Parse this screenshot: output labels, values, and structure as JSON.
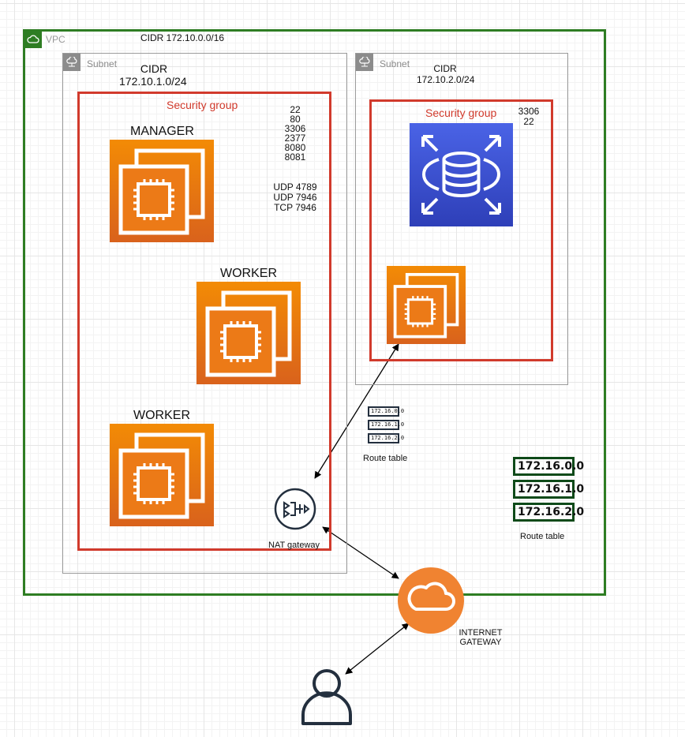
{
  "vpc": {
    "label": "VPC",
    "cidr": "CIDR 172.10.0.0/16"
  },
  "subnet_a": {
    "label": "Subnet",
    "cidr_title": "CIDR",
    "cidr": "172.10.1.0/24",
    "security_group": {
      "label": "Security group",
      "ports": [
        "22",
        "80",
        "3306",
        "2377",
        "8080",
        "8081"
      ],
      "overlay_ports": [
        "UDP 4789",
        "UDP 7946",
        "TCP 7946"
      ]
    },
    "nodes": [
      "MANAGER",
      "WORKER",
      "WORKER"
    ],
    "nat_gateway_label": "NAT gateway"
  },
  "subnet_b": {
    "label": "Subnet",
    "cidr_title": "CIDR",
    "cidr": "172.10.2.0/24",
    "security_group": {
      "label": "Security group",
      "ports": [
        "3306",
        "22"
      ]
    }
  },
  "route_table_small": {
    "entries": [
      "172.16.0.0",
      "172.16.1.0",
      "172.16.2.0"
    ],
    "label": "Route table"
  },
  "route_table_big": {
    "entries": [
      "172.16.0.0",
      "172.16.1.0",
      "172.16.2.0"
    ],
    "label": "Route table"
  },
  "internet_gateway": {
    "line1": "INTERNET",
    "line2": "GATEWAY"
  },
  "colors": {
    "vpc_border": "#2e7d23",
    "security_group_border": "#d13a2c",
    "ec2_fill": "#e8741a",
    "rds_fill": "#3b4fd6",
    "igw_fill": "#f08331",
    "route_table_border": "#0e4a19"
  },
  "icons": {
    "vpc": "cloud-icon",
    "subnet": "cloud-icon",
    "ec2": "ec2-instance-icon",
    "rds": "rds-database-icon",
    "nat": "nat-gateway-icon",
    "igw": "internet-gateway-icon",
    "user": "user-icon"
  }
}
